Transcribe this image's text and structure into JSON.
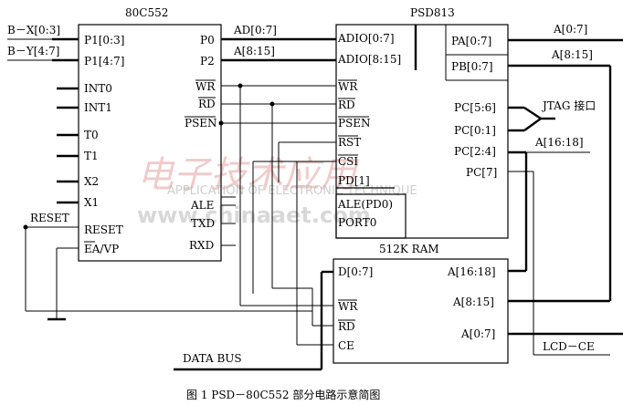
{
  "chip_80c552": {
    "title": "80C552",
    "pins_left": [
      "P1[0:3]",
      "P1[4:7]",
      "INT0",
      "INT1",
      "T0",
      "T1",
      "X2",
      "X1",
      "RESET",
      "EA/VP"
    ],
    "pins_right": [
      "P0",
      "P2",
      "WR",
      "RD",
      "PSEN",
      "ALE",
      "TXD",
      "RXD"
    ]
  },
  "psd813": {
    "title": "PSD813",
    "pins_left": [
      "ADIO[0:7]",
      "ADIO[8:15]",
      "WR",
      "RD",
      "PSEN",
      "RST",
      "CSI",
      "PD[1]",
      "ALE(PD0)",
      "PORT0"
    ],
    "pins_right": [
      "PA[0:7]",
      "PB[0:7]",
      "PC[5:6]",
      "PC[0:1]",
      "PC[2:4]",
      "PC[7]"
    ]
  },
  "ram": {
    "title": "512K  RAM",
    "pins_left": [
      "D[0:7]",
      "WR",
      "RD",
      "CE"
    ],
    "pins_right": [
      "A[16:18]",
      "A[8:15]",
      "A[0:7]"
    ]
  },
  "signals": {
    "bx": "B－X[0:3]",
    "by": "B－Y[4:7]",
    "ad": "AD[0:7]",
    "a815": "A[8:15]",
    "a07_out": "A[0:7]",
    "a815_out": "A[8:15]",
    "jtag": "JTAG 接口",
    "a1618": "A[16:18]",
    "reset": "RESET",
    "databus": "DATA  BUS",
    "lcdce": "LCD－CE"
  },
  "watermark": {
    "cn": "电子技术应用",
    "en": "APPLICATION OF ELECTRONIC TECHNIQUE",
    "url": "www.chinaaet.com"
  },
  "caption": "图 1  PSD－80C552 部分电路示意简图"
}
